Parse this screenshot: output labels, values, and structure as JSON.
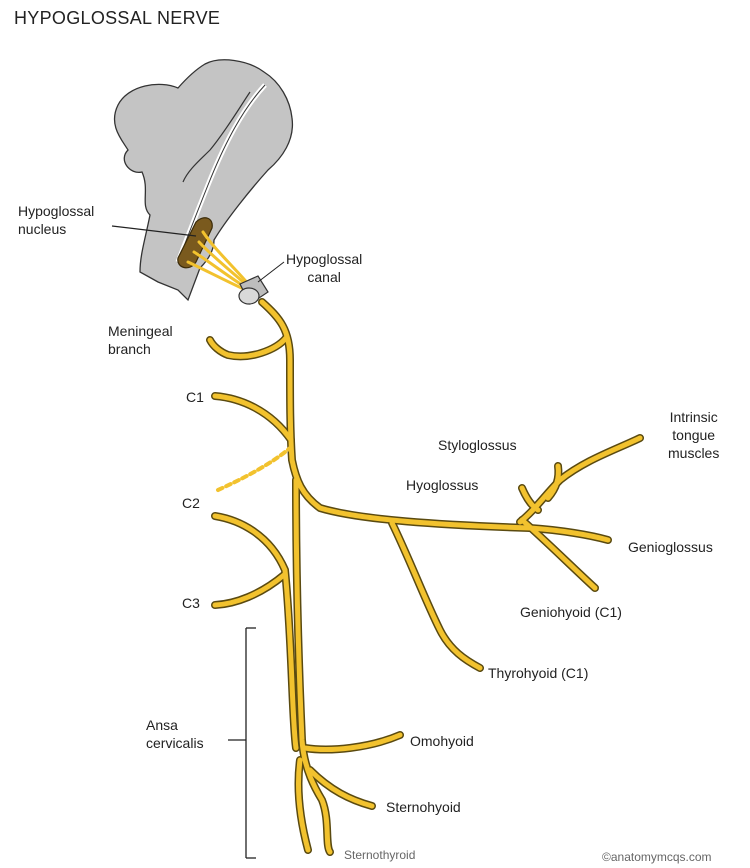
{
  "title": "HYPOGLOSSAL NERVE",
  "labels": {
    "hypoglossal_nucleus": [
      "Hypoglossal",
      "nucleus"
    ],
    "hypoglossal_canal": [
      "Hypoglossal",
      "canal"
    ],
    "meningeal_branch": [
      "Meningeal",
      "branch"
    ],
    "c1": "C1",
    "c2": "C2",
    "c3": "C3",
    "ansa_cervicalis": [
      "Ansa",
      "cervicalis"
    ],
    "styloglossus": "Styloglossus",
    "hyoglossus": "Hyoglossus",
    "intrinsic": [
      "Intrinsic",
      "tongue",
      "muscles"
    ],
    "genioglossus": "Genioglossus",
    "geniohyoid": "Geniohyoid (C1)",
    "thyrohyoid": "Thyrohyoid (C1)",
    "omohyoid": "Omohyoid",
    "sternohyoid": "Sternohyoid",
    "sternothyroid": "Sternothyroid"
  },
  "credit": "©anatomymcqs.com",
  "colors": {
    "nerve": "#f2c22e",
    "nerve_outline": "#5a4a10",
    "brainstem": "#c4c4c4",
    "outline": "#333333",
    "nucleus": "#7a5a1e"
  }
}
